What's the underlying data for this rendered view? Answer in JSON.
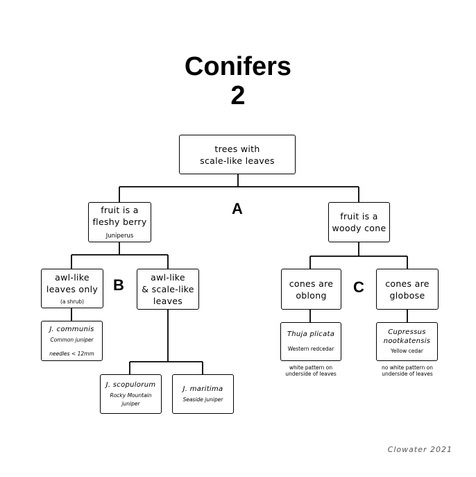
{
  "title": {
    "line1": "Conifers",
    "line2": "2"
  },
  "root": {
    "line1": "trees with",
    "line2": "scale-like leaves"
  },
  "labels": {
    "a": "A",
    "b": "B",
    "c": "C"
  },
  "berry": {
    "line1": "fruit is a",
    "line2": "fleshy berry",
    "genus": "Juniperus"
  },
  "cone": {
    "line1": "fruit is a",
    "line2": "woody cone"
  },
  "awl_only": {
    "line1": "awl-like",
    "line2": "leaves only",
    "note": "(a shrub)"
  },
  "awl_scale": {
    "line1": "awl-like",
    "line2": "& scale-like",
    "line3": "leaves"
  },
  "oblong": {
    "line1": "cones are",
    "line2": "oblong"
  },
  "globose": {
    "line1": "cones are",
    "line2": "globose"
  },
  "communis": {
    "name": "J. communis",
    "common": "Common juniper",
    "detail": "needles < 12mm"
  },
  "scopulorum": {
    "name": "J. scopulorum",
    "common1": "Rocky Mountain",
    "common2": "juniper"
  },
  "maritima": {
    "name": "J. maritima",
    "common": "Seaside juniper"
  },
  "thuja": {
    "name": "Thuja plicata",
    "common": "Western redcedar",
    "note1": "white pattern on",
    "note2": "underside of leaves"
  },
  "cupressus": {
    "name1": "Cupressus",
    "name2": "nootkatensis",
    "common": "Yellow cedar",
    "note1": "no white pattern on",
    "note2": "underside of leaves"
  },
  "credit": "Clowater 2021"
}
